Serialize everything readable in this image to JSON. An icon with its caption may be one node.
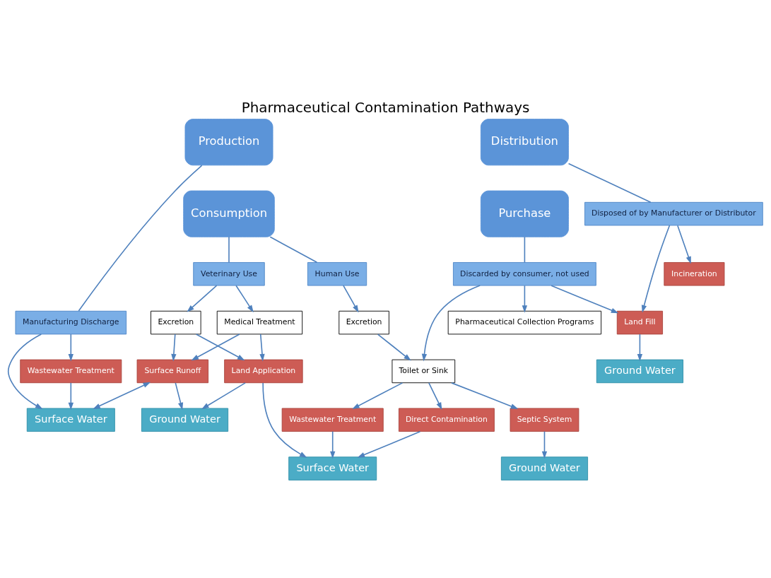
{
  "diagram": {
    "title": "Pharmaceutical Contamination Pathways",
    "nodes": [
      {
        "text": [
          "Surface Water"
        ]
      },
      {
        "text": [
          "Incineration"
        ]
      },
      {
        "text": [
          "Manufacturing Discharge"
        ]
      },
      {
        "text": [
          "Disposed of by Manufacturer or Distributor"
        ]
      },
      {
        "text": [
          "Ground Water"
        ]
      },
      {
        "text": [
          "Land Fill"
        ]
      },
      {
        "text": [
          "Wastewater Treatment"
        ]
      },
      {
        "text": [
          "Production"
        ]
      },
      {
        "text": [
          "Distribution"
        ]
      },
      {
        "text": [
          "Consumption"
        ]
      },
      {
        "text": [
          "Purchase"
        ]
      },
      {
        "text": [
          "Discarded by consumer, not used"
        ]
      },
      {
        "text": [
          "Veterinary Use"
        ]
      },
      {
        "text": [
          "Excretion"
        ]
      },
      {
        "text": [
          "Pharmaceutical Collection Programs"
        ]
      },
      {
        "text": [
          "Medical Treatment"
        ]
      },
      {
        "text": [
          "Toilet or Sink"
        ]
      },
      {
        "text": [
          "Human Use"
        ]
      },
      {
        "text": [
          "Surface Runoff"
        ]
      },
      {
        "text": [
          "Septic System"
        ]
      },
      {
        "text": [
          "Wastewater Treatment"
        ]
      },
      {
        "text": [
          "Direct Contamination"
        ]
      },
      {
        "text": [
          "Excretion"
        ]
      },
      {
        "text": [
          "Land Application"
        ]
      },
      {
        "text": [
          "Surface Water"
        ]
      },
      {
        "text": [
          "Ground Water"
        ]
      },
      {
        "text": [
          "Ground Water"
        ]
      }
    ],
    "edges": [
      {
        "from": 7,
        "to": 2,
        "arrow": "none"
      },
      {
        "from": 2,
        "to": 0,
        "arrow": "to"
      },
      {
        "from": 2,
        "to": 6,
        "arrow": "to"
      },
      {
        "from": 6,
        "to": 0,
        "arrow": "to"
      },
      {
        "from": 8,
        "to": 3,
        "arrow": "none"
      },
      {
        "from": 3,
        "to": 1,
        "arrow": "to"
      },
      {
        "from": 3,
        "to": 5,
        "arrow": "to"
      },
      {
        "from": 5,
        "to": 4,
        "arrow": "to"
      },
      {
        "from": 10,
        "to": 11,
        "arrow": "none"
      },
      {
        "from": 11,
        "to": 5,
        "arrow": "to"
      },
      {
        "from": 11,
        "to": 16,
        "arrow": "to"
      },
      {
        "from": 11,
        "to": 14,
        "arrow": "to"
      },
      {
        "from": 9,
        "to": 12,
        "arrow": "none"
      },
      {
        "from": 12,
        "to": 13,
        "arrow": "to"
      },
      {
        "from": 12,
        "to": 15,
        "arrow": "to"
      },
      {
        "from": 13,
        "to": 18,
        "arrow": "to"
      },
      {
        "from": 13,
        "to": 23,
        "arrow": "to"
      },
      {
        "from": 15,
        "to": 18,
        "arrow": "to"
      },
      {
        "from": 15,
        "to": 23,
        "arrow": "to"
      },
      {
        "from": 18,
        "to": 0,
        "arrow": "both"
      },
      {
        "from": 18,
        "to": 25,
        "arrow": "to"
      },
      {
        "from": 23,
        "to": 25,
        "arrow": "to"
      },
      {
        "from": 23,
        "to": 24,
        "arrow": "to"
      },
      {
        "from": 9,
        "to": 17,
        "arrow": "none"
      },
      {
        "from": 17,
        "to": 22,
        "arrow": "to"
      },
      {
        "from": 22,
        "to": 16,
        "arrow": "to"
      },
      {
        "from": 16,
        "to": 20,
        "arrow": "to"
      },
      {
        "from": 16,
        "to": 21,
        "arrow": "to"
      },
      {
        "from": 16,
        "to": 19,
        "arrow": "to"
      },
      {
        "from": 20,
        "to": 24,
        "arrow": "to"
      },
      {
        "from": 21,
        "to": 24,
        "arrow": "to"
      },
      {
        "from": 19,
        "to": 26,
        "arrow": "to"
      }
    ]
  }
}
